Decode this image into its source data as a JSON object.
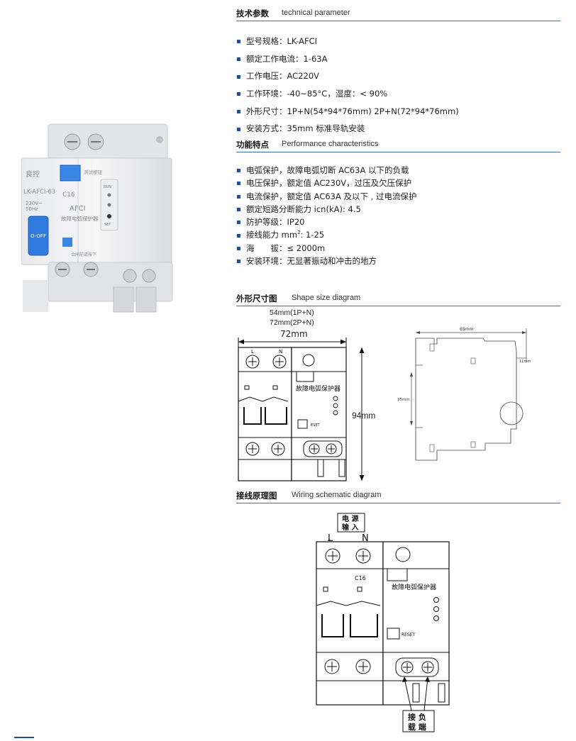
{
  "sections": {
    "technical": {
      "cn": "技术参数",
      "en": "technical parameter"
    },
    "performance": {
      "cn": "功能特点",
      "en": "Performance characteristics"
    },
    "shape": {
      "cn": "外形尺寸图",
      "en": "Shape size diagram"
    },
    "wiring": {
      "cn": "接线原理图",
      "en": "Wiring schematic diagram"
    }
  },
  "tech_params": [
    "型号规格：LK-AFCI",
    "额定工作电流：1-63A",
    "工作电压：AC220V",
    "工作环境：-40~85°C，湿度：< 90%",
    "外形尺寸：1P+N(54*94*76mm)   2P+N(72*94*76mm)",
    "安装方式：35mm 标准导轨安装"
  ],
  "features": [
    "电弧保护，故障电弧切断 AC63A 以下的负载",
    "电压保护，额定值 AC230V，过压及欠压保护",
    "电流保护，额定值 AC63A 及以下 , 过电流保护",
    "额定短路分断能力 icn(kA): 4.5",
    "防护等级：IP20",
    "海　　拔：≤ 2000m",
    "安装环境：无显著振动和冲击的地方"
  ],
  "wiring_capacity": {
    "prefix": "接线能力 mm",
    "sup": "2",
    "suffix": ": 1-25"
  },
  "product_photo": {
    "brand": "良控",
    "model": "LK-AFCI-63",
    "rating": "C16",
    "voltage": "220V~",
    "freq": "50Hz",
    "toggle_label": "O-OFF",
    "title": "AFCI",
    "subtitle": "故障电弧保护器",
    "test_label": "测试按钮",
    "run_label": "RUN",
    "set_label": "SET",
    "reset_hint": "合闸前请按下"
  },
  "dimensions": {
    "width_1p": "54mm(1P+N)",
    "width_2p": "72mm(2P+N)",
    "width": "72mm",
    "height": "94mm",
    "side_depth": "65mm",
    "rail": "35mm",
    "offset": "11mm",
    "device_label": "故障电弧保护器",
    "reset": "ESET",
    "terminal_l": "L",
    "terminal_n": "N"
  },
  "wiring": {
    "source_label_1": "电 源",
    "source_label_2": "输 入",
    "line": "L",
    "neutral": "N",
    "rating": "C16",
    "device_label": "故障电弧保护器",
    "reset": "RESET",
    "load_label_1": "接 负",
    "load_label_2": "载 端"
  }
}
